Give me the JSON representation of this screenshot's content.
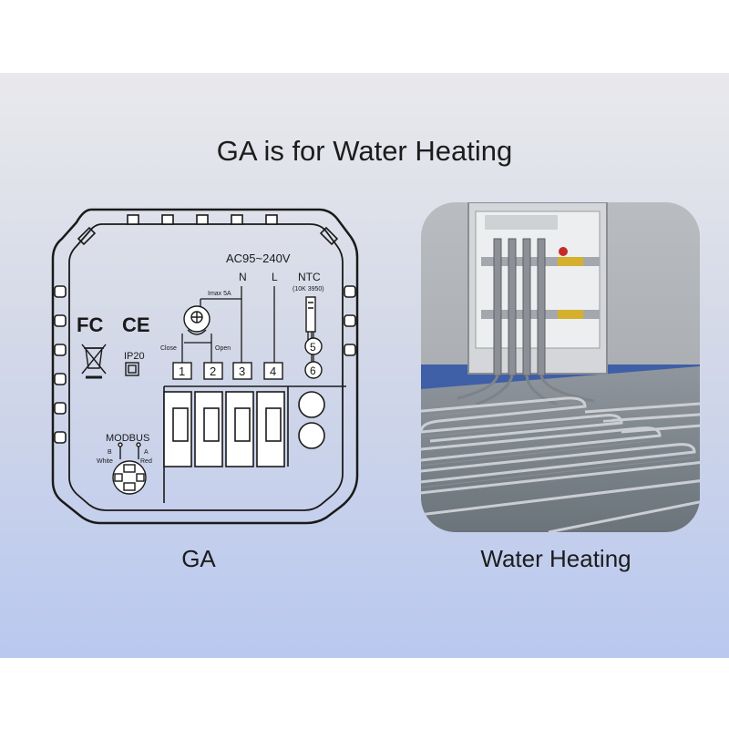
{
  "headline": "GA is for Water Heating",
  "captions": {
    "left": "GA",
    "right": "Water Heating"
  },
  "wiring": {
    "voltage": "AC95~240V",
    "n_label": "N",
    "l_label": "L",
    "ntc_label": "NTC",
    "ntc_spec": "(10K 3950)",
    "imax": "Imax 5A",
    "close_label": "Close",
    "open_label": "Open",
    "fc_mark": "FC",
    "ce_mark": "CE",
    "ip_rating": "IP20",
    "modbus": "MODBUS",
    "modbus_b": "B",
    "modbus_a": "A",
    "modbus_white": "White",
    "modbus_red": "Red",
    "terminals": [
      "1",
      "2",
      "3",
      "4"
    ],
    "ntc_terminals": [
      "5",
      "6"
    ]
  }
}
